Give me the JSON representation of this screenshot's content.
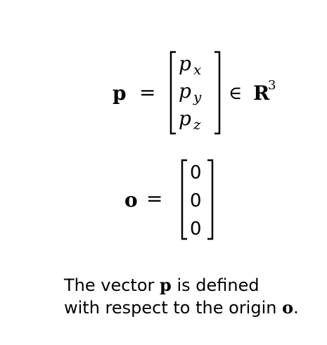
{
  "equation1": {
    "lhs": "p",
    "equals": "=",
    "entries": [
      {
        "base": "p",
        "sub": "x"
      },
      {
        "base": "p",
        "sub": "y"
      },
      {
        "base": "p",
        "sub": "z"
      }
    ],
    "member_of": "∈",
    "space": "R",
    "space_exp": "3"
  },
  "equation2": {
    "lhs": "o",
    "equals": "=",
    "entries": [
      "0",
      "0",
      "0"
    ]
  },
  "caption": {
    "line1_prefix": "The vector ",
    "line1_symbol": "p",
    "line1_suffix": " is defined",
    "line2_prefix": "with respect to the origin ",
    "line2_symbol": "o",
    "line2_suffix": "."
  }
}
